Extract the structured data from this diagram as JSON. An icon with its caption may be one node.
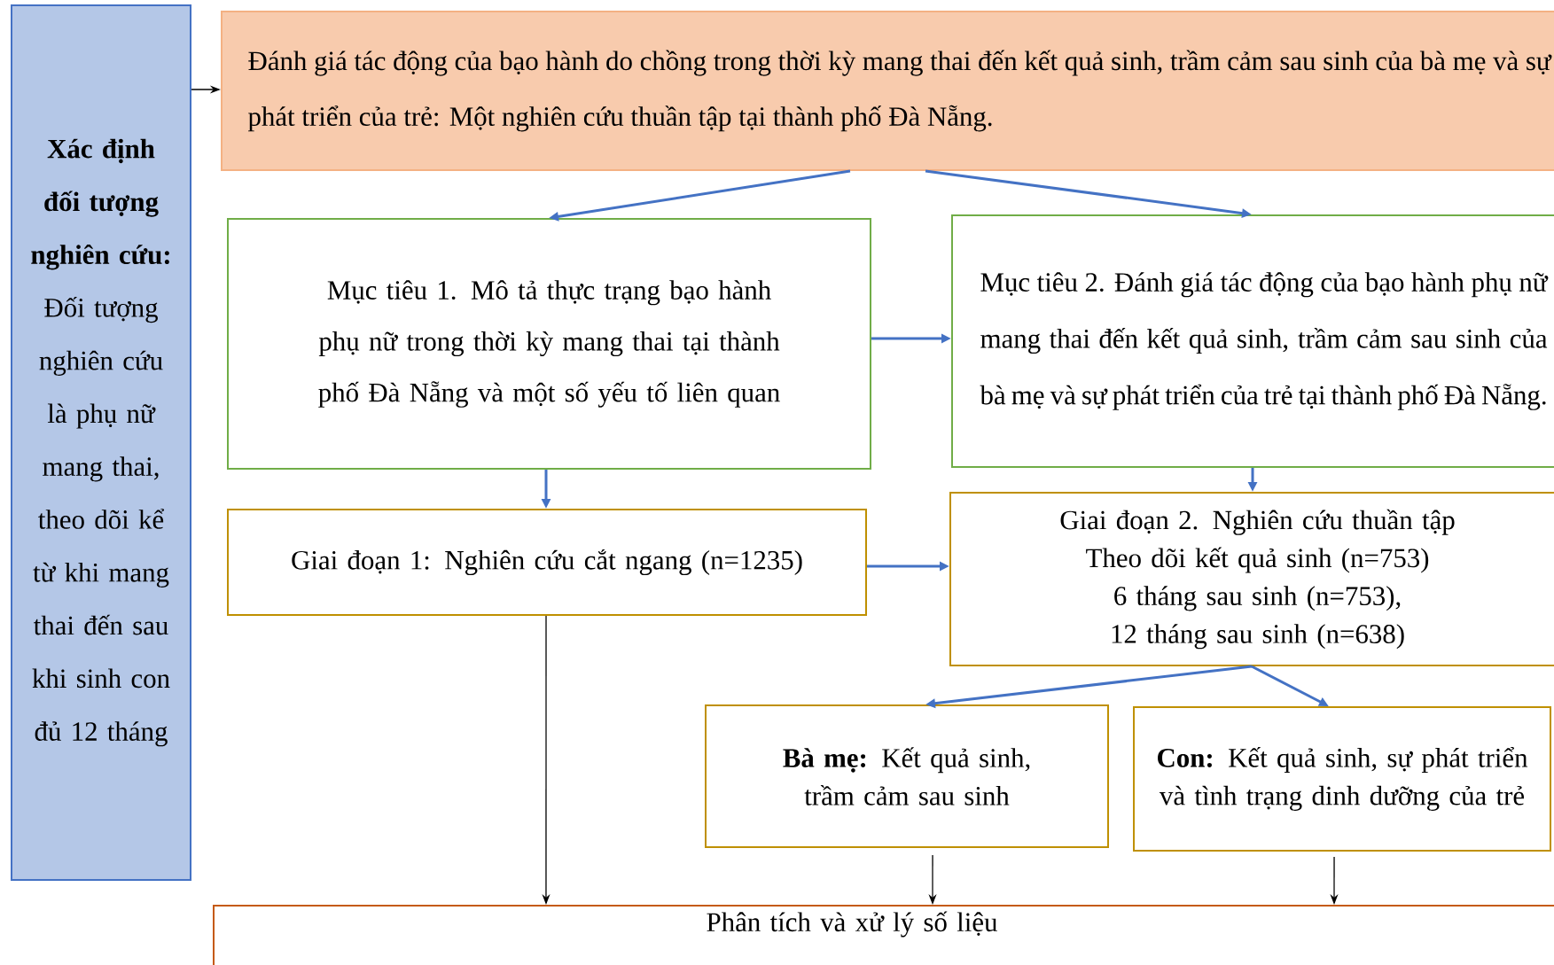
{
  "diagram": {
    "nodes": [
      {
        "text": [
          "Xác định đối tượng nghiên cứu:",
          "Đối tượng nghiên cứu là phụ nữ mang thai, theo dõi kể từ khi mang thai đến sau khi sinh con đủ 12 tháng"
        ]
      },
      {
        "text": [
          "Đánh giá tác động của bạo hành do chồng trong thời kỳ mang thai đến kết quả sinh, trầm cảm sau sinh của bà mẹ và sự phát triển của trẻ: Một nghiên cứu thuần tập tại thành phố Đà Nẵng."
        ]
      },
      {
        "text": [
          "Mục tiêu 1. Mô tả thực trạng bạo hành phụ nữ trong thời kỳ mang thai tại thành phố Đà Nẵng và một số yếu tố liên quan"
        ]
      },
      {
        "text": [
          "Mục tiêu 2. Đánh giá tác động của bạo hành phụ nữ mang thai đến kết quả sinh, trầm cảm sau sinh của bà mẹ và sự phát triển của trẻ tại thành phố Đà Nẵng."
        ]
      },
      {
        "text": [
          "Giai đoạn 1: Nghiên cứu cắt ngang (n=1235)"
        ]
      },
      {
        "text": [
          "Giai đoạn 2. Nghiên cứu thuần tập",
          "Theo dõi kết quả sinh (n=753)",
          "6 tháng sau sinh (n=753),",
          "12 tháng sau sinh (n=638)"
        ]
      },
      {
        "text": [
          "**Bà mẹ:** Kết quả sinh, trầm cảm sau sinh"
        ]
      },
      {
        "text": [
          "**Con:** Kết quả sinh, sự phát triển và tình trạng dinh dưỡng của trẻ"
        ]
      },
      {
        "text": [
          "Phân tích và xử lý số liệu"
        ]
      }
    ],
    "edges": [
      {
        "from": 0,
        "to": 1,
        "arrow": "to",
        "color": "#000000"
      },
      {
        "from": 1,
        "to": 2,
        "arrow": "to"
      },
      {
        "from": 1,
        "to": 3,
        "arrow": "to"
      },
      {
        "from": 2,
        "to": 3,
        "arrow": "to"
      },
      {
        "from": 2,
        "to": 4,
        "arrow": "to"
      },
      {
        "from": 3,
        "to": 5,
        "arrow": "to"
      },
      {
        "from": 4,
        "to": 5,
        "arrow": "to"
      },
      {
        "from": 5,
        "to": 6,
        "arrow": "to"
      },
      {
        "from": 5,
        "to": 7,
        "arrow": "to"
      },
      {
        "from": 4,
        "to": 8,
        "arrow": "to",
        "color": "#000000"
      },
      {
        "from": 6,
        "to": 8,
        "arrow": "to",
        "color": "#000000"
      },
      {
        "from": 7,
        "to": 8,
        "arrow": "to",
        "color": "#000000"
      }
    ]
  }
}
